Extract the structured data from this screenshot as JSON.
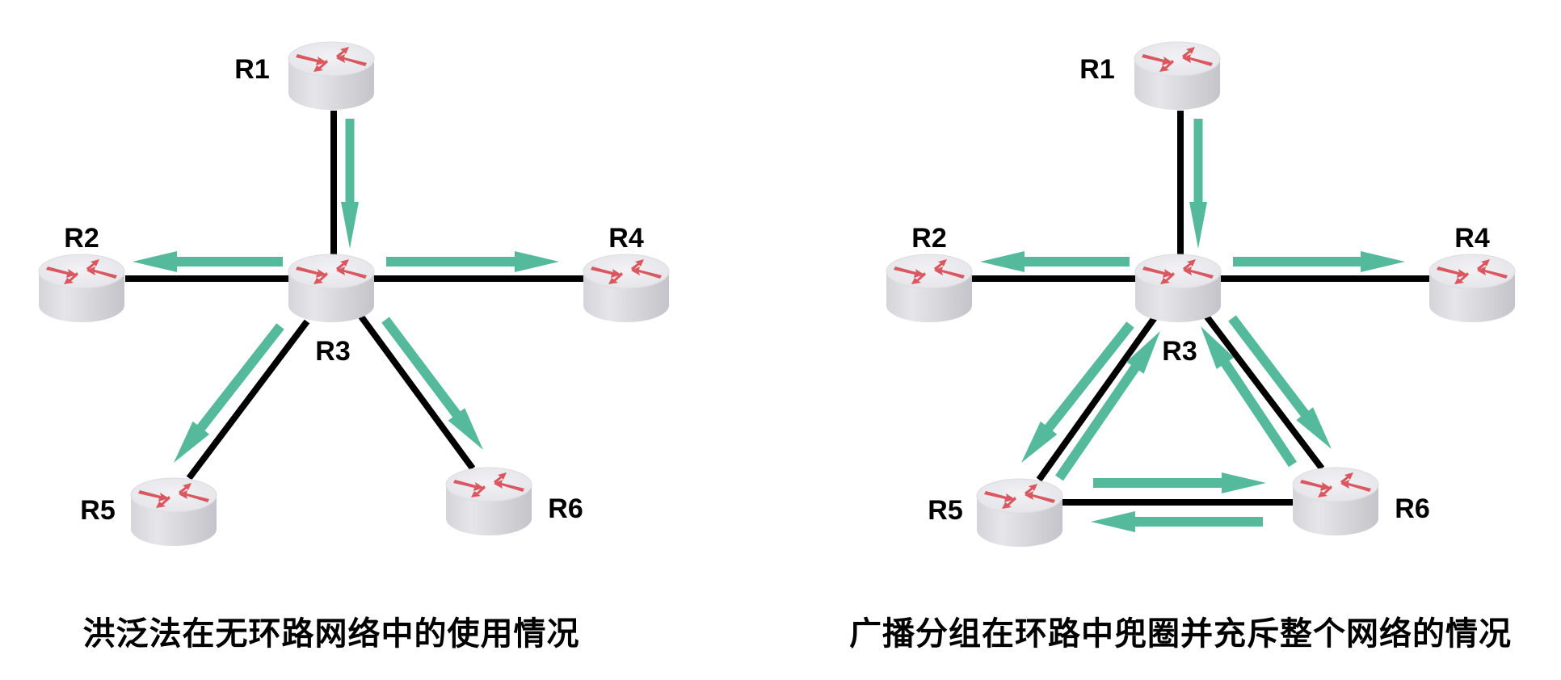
{
  "colors": {
    "flow_arrow": "#55b99b",
    "link": "#000000",
    "router_arrow": "#d9575e",
    "router_top": "#eeeef2",
    "router_side_light": "#e2e2e6",
    "router_side_dark": "#c6c6cc"
  },
  "diagrams": [
    {
      "id": "left",
      "caption": "洪泛法在无环路网络中的使用情况",
      "routers": [
        {
          "id": "R1",
          "label": "R1"
        },
        {
          "id": "R2",
          "label": "R2"
        },
        {
          "id": "R3",
          "label": "R3"
        },
        {
          "id": "R4",
          "label": "R4"
        },
        {
          "id": "R5",
          "label": "R5"
        },
        {
          "id": "R6",
          "label": "R6"
        }
      ],
      "links": [
        [
          "R1",
          "R3"
        ],
        [
          "R2",
          "R3"
        ],
        [
          "R3",
          "R4"
        ],
        [
          "R3",
          "R5"
        ],
        [
          "R3",
          "R6"
        ]
      ],
      "flows": [
        {
          "from": "R1",
          "to": "R3"
        },
        {
          "from": "R3",
          "to": "R2"
        },
        {
          "from": "R3",
          "to": "R4"
        },
        {
          "from": "R3",
          "to": "R5"
        },
        {
          "from": "R3",
          "to": "R6"
        }
      ]
    },
    {
      "id": "right",
      "caption": "广播分组在环路中兜圈并充斥整个网络的情况",
      "routers": [
        {
          "id": "R1",
          "label": "R1"
        },
        {
          "id": "R2",
          "label": "R2"
        },
        {
          "id": "R3",
          "label": "R3"
        },
        {
          "id": "R4",
          "label": "R4"
        },
        {
          "id": "R5",
          "label": "R5"
        },
        {
          "id": "R6",
          "label": "R6"
        }
      ],
      "links": [
        [
          "R1",
          "R3"
        ],
        [
          "R2",
          "R3"
        ],
        [
          "R3",
          "R4"
        ],
        [
          "R3",
          "R5"
        ],
        [
          "R3",
          "R6"
        ],
        [
          "R5",
          "R6"
        ]
      ],
      "flows": [
        {
          "from": "R1",
          "to": "R3"
        },
        {
          "from": "R3",
          "to": "R2"
        },
        {
          "from": "R3",
          "to": "R4"
        },
        {
          "from": "R3",
          "to": "R5"
        },
        {
          "from": "R5",
          "to": "R3"
        },
        {
          "from": "R3",
          "to": "R6"
        },
        {
          "from": "R6",
          "to": "R3"
        },
        {
          "from": "R5",
          "to": "R6"
        },
        {
          "from": "R6",
          "to": "R5"
        }
      ]
    }
  ]
}
